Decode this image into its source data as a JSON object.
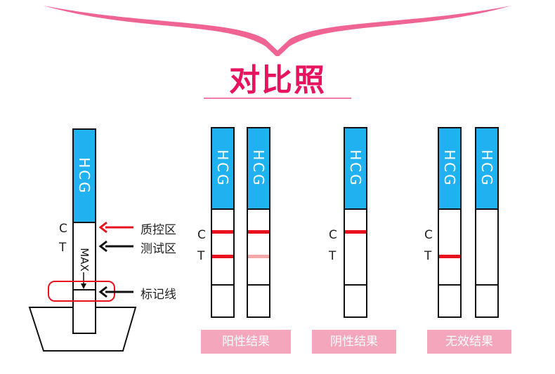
{
  "title": "对比照",
  "strip_brand": "HCG",
  "diagram": {
    "c_label": "C",
    "t_label": "T",
    "max_label": "MAX",
    "callouts": {
      "control": "质控区",
      "test": "测试区",
      "marker": "标记线"
    }
  },
  "results": {
    "positive": "阳性结果",
    "negative": "阴性结果",
    "invalid": "无效结果"
  },
  "colors": {
    "accent": "#e8135e",
    "strip_cap": "#1fb1f0",
    "line_red": "#e8121f",
    "line_faint": "#f4a8a8",
    "button_bg": "#f4a6bd"
  }
}
